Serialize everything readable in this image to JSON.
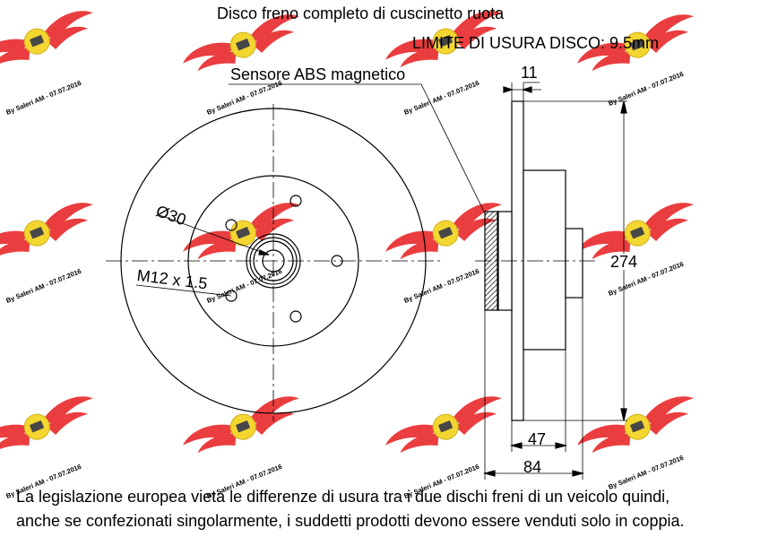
{
  "title": "Disco freno completo di cuscinetto ruota",
  "wear_limit": "LIMITE DI USURA DISCO: 9.5mm",
  "sensor_label": "Sensore ABS magnetico",
  "front_view": {
    "bore_label": "Ø30",
    "thread_label": "M12 x 1.5"
  },
  "side_view": {
    "thickness_label": "11",
    "diameter_label": "274",
    "hub_width_label": "47",
    "total_width_label": "84"
  },
  "watermark": {
    "text": "By Saleri AM - 07.07.2016",
    "color": "#e8282a"
  },
  "footer": {
    "line1": "La legislazione europea vieta le differenze di usura tra i due dischi freni di un veicolo quindi,",
    "line2": "anche se confezionati singolarmente, i suddetti prodotti devono essere venduti solo in coppia."
  }
}
